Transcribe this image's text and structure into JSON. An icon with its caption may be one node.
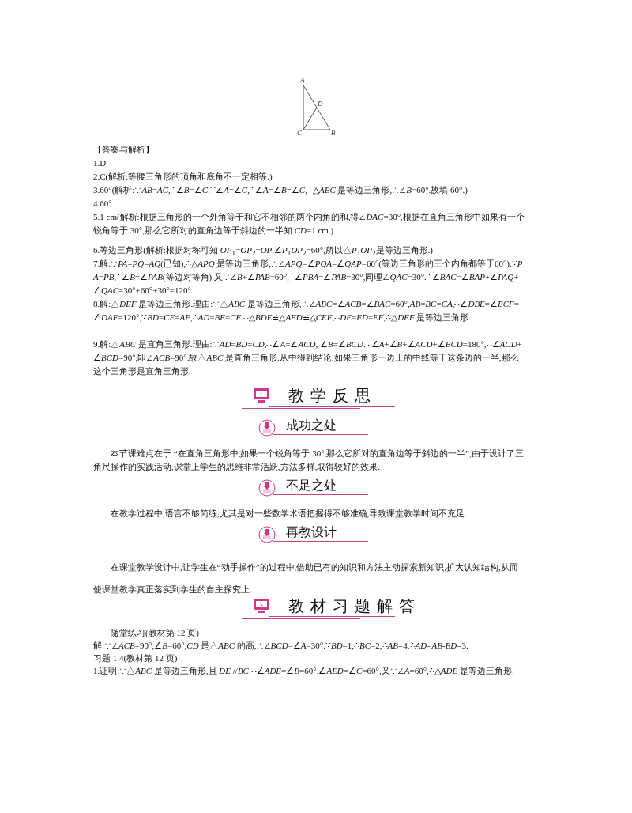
{
  "diagram": {
    "labels": [
      "A",
      "D",
      "C",
      "B",
      "【答案与解析】",
      "1.D",
      "2.C(解析:等腰三角形的顶角和底角不一定相等.)",
      "3.60°(解析:∵*AB*=*AC*,∴∠*B*=∠*C*.∵∠*A*=∠*C*,∴∠*A*=∠*B*=∠*C*,∴△*ABC* 是等边三角形,∴∠*B*=60°.故填 60°.)",
      "4.60°",
      "5.1 cm(解析:根据三角形的一个外角等于和它不相邻的两个内角的和,得∠*DAC*=30°,根据在直角三角形中如果有一个锐角等于 30°,那么它所对的直角边等于斜边的一半知 *CD*=1 cm.)",
      "6.等边三角形(解析:根据对称可知 *OP*$_{1}$=*OP*$_{2}$=*OP*,∠*P*$_{1}$*OP*$_{2}$=60°,所以△*P*$_{1}$*OP*$_{2}$是等边三角形.)",
      "7.解:∵*PA*=*PQ*=*AQ*(已知),∴△*APQ* 是等边三角形,∴∠*APQ*=∠*PQA*=∠*QAP*=60°(等边三角形的三个内角都等于60°).∵*PA*=*PB*,∴∠*B*=∠*PAB*(等边对等角).又∵∠*B*+∠*PAB*=60°,∴∠*PBA*=∠*PAB*=30°,同理∠*QAC*=30°.∴∠*BAC*=∠*BAP*+∠*PAQ*+∠*QAC*=30°+60°+30°=120°.",
      "8.解:△*DEF* 是等边三角形.理由:∵△*ABC* 是等边三角形,∴∠*ABC*=∠*ACB*=∠*BAC*=60°,*AB*=*BC*=*CA*,∴∠*DBE*=∠*ECF*=∠*DAF*=120°,∵*BD*=*CE*=*AF*,∴*AD*=*BE*=*CF*.∴△*BDE*≌△*AFD*≌△*CEF*,∴*DE*=*FD*=*EF*,∴△*DEF* 是等边三角形.",
      "9.解:△*ABC* 是直角三角形.理由:∵*AD*=*BD*=*CD*,∴∠*A*=∠*ACD*, ∠*B*=∠*BCD*.∵∠*A*+∠*B*+∠*ACD*+∠*BCD*=180°,∴∠*ACD*+∠*BCD*=90°,即∠*ACB*=90°.故△*ABC* 是直角三角形.从中得到结论:如果三角形一边上的中线等于这条边的一半,那么这个三角形是直角三角形.",
      "教学反思",
      "成功之处",
      "本节课难点在于 “在直角三角形中,如果一个锐角等于 30°,那么它所对的直角边等于斜边的一半”,由于设计了三角尺操作的实践活动,课堂上学生的思维非常活跃,方法多样,取得较好的效果.",
      "不足之处",
      "在教学过程中,语言不够简练,尤其是对一些数学术语把握得不够准确,导致课堂教学时间不充足.",
      "再教设计",
      "在课堂教学设计中,让学生在“动手操作”的过程中,借助已有的知识和方法主动探索新知识,扩大认知结构,从而使课堂教学真正落实到学生的自主探究上.",
      "教材习题解答",
      "随堂练习(教材第 12 页)",
      "解:∵∠*ACB*=90°,∠*B*=60°,*CD* 是△*ABC* 的高,∴∠*BCD*=∠*A*=30°.∵*BD*=1,∴*BC*=2,∴*AB*=4,∴*AD*=*AB*-*BD*=3.",
      "习题 1.4(教材第 12 页)",
      "1.证明:∵△*ABC* 是等边三角形,且 *DE* //*BC*,∴∠*ADE*=∠*B*=60°,∠*AED*=∠*C*=60°,又∵∠*A*=60°,∴△*ADE* 是等边三角形."
    ]
  }
}
